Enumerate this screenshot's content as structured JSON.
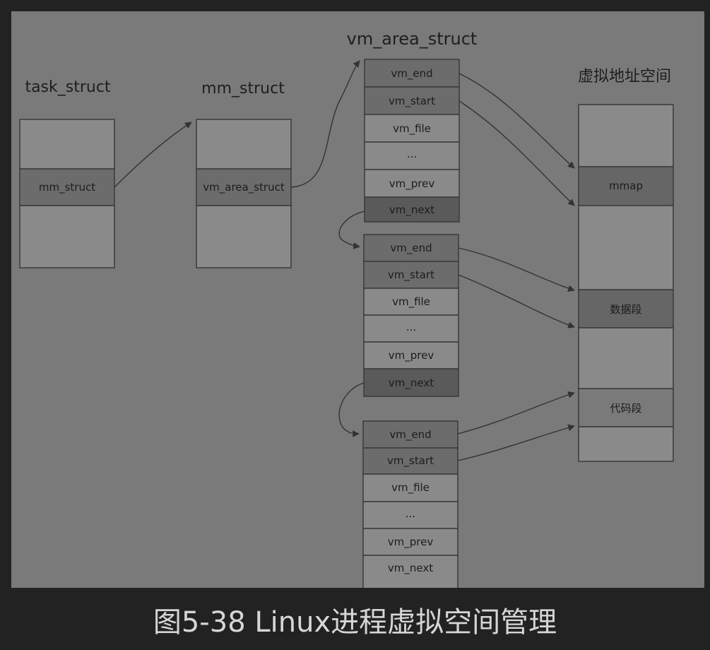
{
  "titles": {
    "task_struct": "task_struct",
    "mm_struct": "mm_struct",
    "vm_area_struct": "vm_area_struct",
    "virtual_space": "虚拟地址空间"
  },
  "task_box": {
    "field": "mm_struct"
  },
  "mm_box": {
    "field": "vm_area_struct"
  },
  "vma_nodes": [
    {
      "fields": [
        "vm_end",
        "vm_start",
        "vm_file",
        "...",
        "vm_prev",
        "vm_next"
      ]
    },
    {
      "fields": [
        "vm_end",
        "vm_start",
        "vm_file",
        "...",
        "vm_prev",
        "vm_next"
      ]
    },
    {
      "fields": [
        "vm_end",
        "vm_start",
        "vm_file",
        "...",
        "vm_prev",
        "vm_next"
      ]
    }
  ],
  "address_space": {
    "regions": [
      "mmap",
      "数据段",
      "代码段"
    ]
  },
  "caption": "图5-38 Linux进程虚拟空间管理"
}
